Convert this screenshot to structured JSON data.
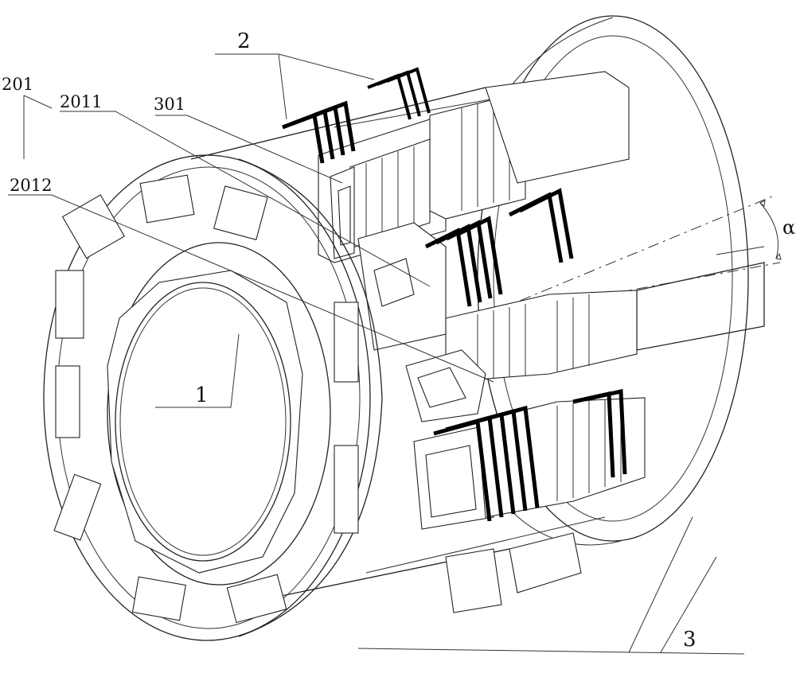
{
  "labels": {
    "l2": "2",
    "l201": "201",
    "l2011": "2011",
    "l301": "301",
    "l2012": "2012",
    "l1": "1",
    "l3": "3",
    "alpha": "α"
  },
  "colors": {
    "line": "#222222",
    "background": "#ffffff",
    "winding": "#000000"
  }
}
